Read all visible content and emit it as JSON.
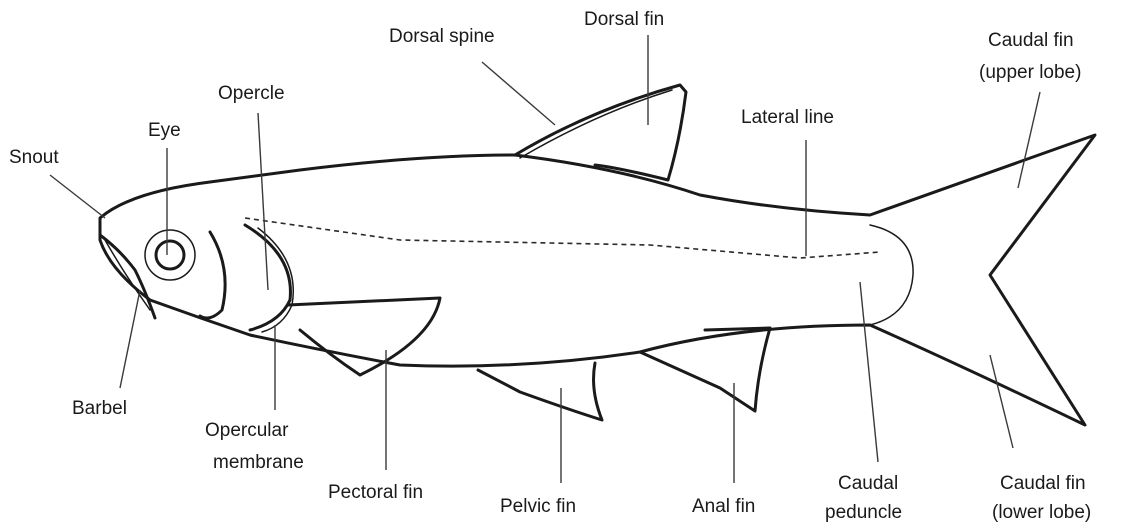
{
  "diagram": {
    "labels": {
      "snout": "Snout",
      "eye": "Eye",
      "opercle": "Opercle",
      "dorsal_spine": "Dorsal spine",
      "dorsal_fin": "Dorsal fin",
      "lateral_line": "Lateral line",
      "caudal_fin_upper_1": "Caudal fin",
      "caudal_fin_upper_2": "(upper lobe)",
      "barbel": "Barbel",
      "opercular_membrane_1": "Opercular",
      "opercular_membrane_2": "membrane",
      "pectoral_fin": "Pectoral fin",
      "pelvic_fin": "Pelvic fin",
      "anal_fin": "Anal fin",
      "caudal_peduncle_1": "Caudal",
      "caudal_peduncle_2": "peduncle",
      "caudal_fin_lower_1": "Caudal fin",
      "caudal_fin_lower_2": "(lower lobe)"
    }
  }
}
